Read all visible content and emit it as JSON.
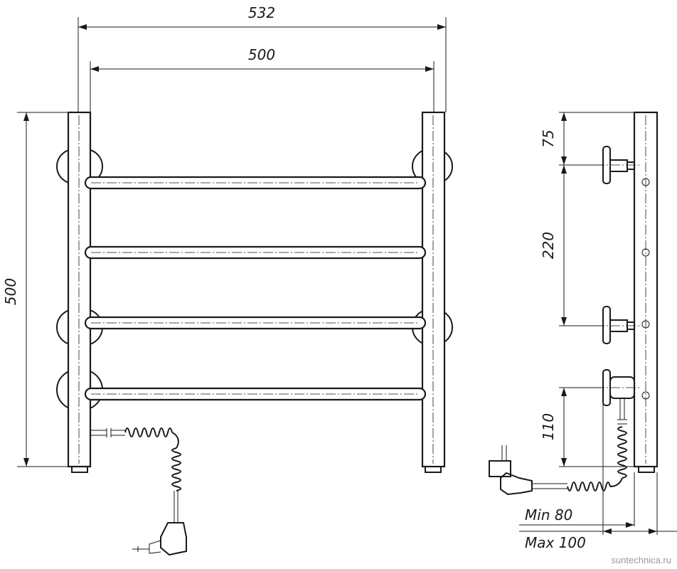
{
  "front_view": {
    "overall_width": "532",
    "inner_width": "500",
    "height": "500"
  },
  "side_view": {
    "top_offset": "75",
    "bracket_spacing": "220",
    "bottom_offset": "110",
    "min_distance": "Min 80",
    "max_distance": "Max 100"
  },
  "watermark": "suntechnica.ru"
}
